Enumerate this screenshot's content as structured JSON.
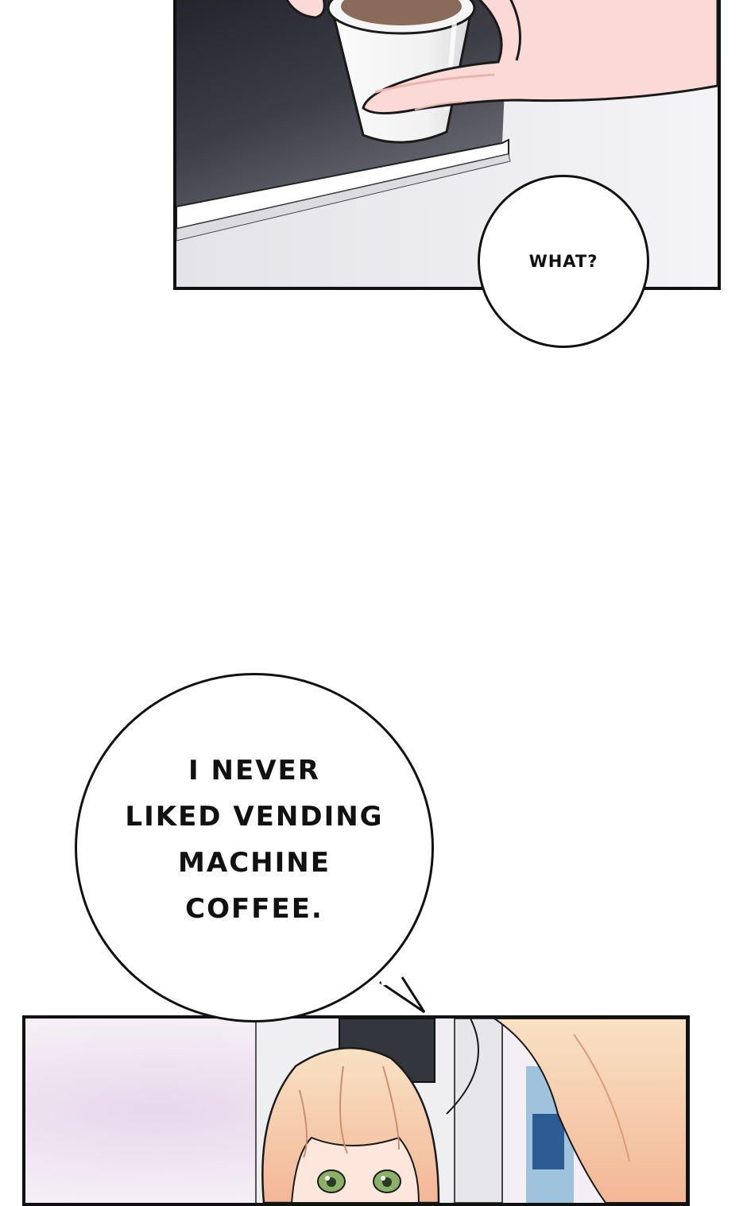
{
  "bubbles": {
    "what": {
      "text": "WHAT?"
    },
    "coffee": {
      "lines": [
        "I NEVER",
        "LIKED VENDING",
        "MACHINE",
        "COFFEE."
      ]
    }
  },
  "colors": {
    "ink": "#111111",
    "skin": "#fbd9d6",
    "skin_shadow": "#eab3ae",
    "cup": "#f7f7f7",
    "coffee": "#8a6a58",
    "machine": "#2e2f36",
    "hair": "#f6c7a5",
    "eyes": "#8bb06a"
  }
}
